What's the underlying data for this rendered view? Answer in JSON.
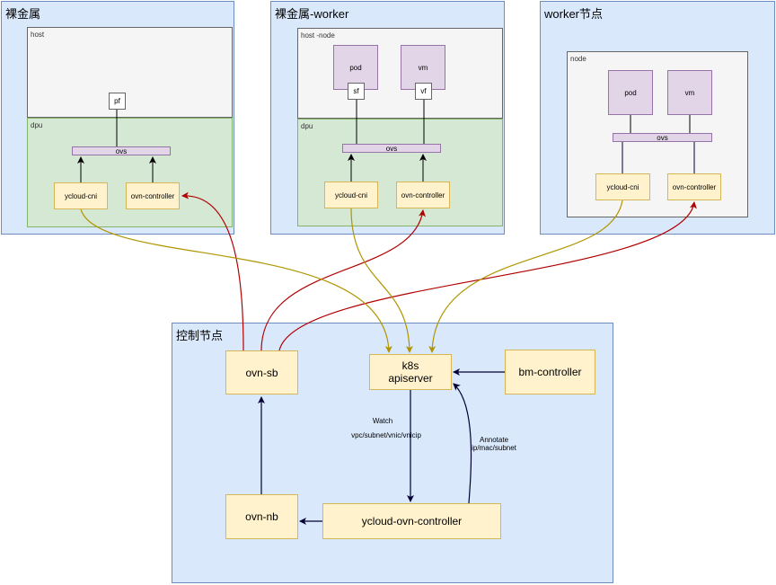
{
  "regions": {
    "baremetal": {
      "title": "裸金属",
      "host_label": "host",
      "dpu_label": "dpu",
      "pf": "pf",
      "ovs": "ovs",
      "cni": "ycloud-cni",
      "controller": "ovn-controller"
    },
    "baremetal_worker": {
      "title": "裸金属-worker",
      "host_label": "host -node",
      "dpu_label": "dpu",
      "pod": "pod",
      "vm": "vm",
      "sf": "sf",
      "vf": "vf",
      "ovs": "ovs",
      "cni": "ycloud-cni",
      "controller": "ovn-controller"
    },
    "worker": {
      "title": "worker节点",
      "node_label": "node",
      "pod": "pod",
      "vm": "vm",
      "ovs": "ovs",
      "cni": "ycloud-cni",
      "controller": "ovn-controller"
    },
    "control": {
      "title": "控制节点",
      "ovn_sb": "ovn-sb",
      "k8s_line1": "k8s",
      "k8s_line2": "apiserver",
      "bm_controller": "bm-controller",
      "ovn_nb": "ovn-nb",
      "ycloud_ovn_controller": "ycloud-ovn-controller",
      "watch_line1": "Watch",
      "watch_line2": "vpc/subnet/vnic/vnicip",
      "annotate_line1": "Annotate",
      "annotate_line2": "ip/mac/subnet"
    }
  },
  "colors": {
    "region_fill": "#dae8fc",
    "region_border": "#6c8ebf",
    "host_fill": "#f5f5f5",
    "dpu_fill": "#d5e8d4",
    "component_fill": "#fff2cc",
    "vm_fill": "#e1d5e7",
    "sb_link": "#b20000",
    "api_link": "#b09500",
    "control_link": "#000033"
  }
}
